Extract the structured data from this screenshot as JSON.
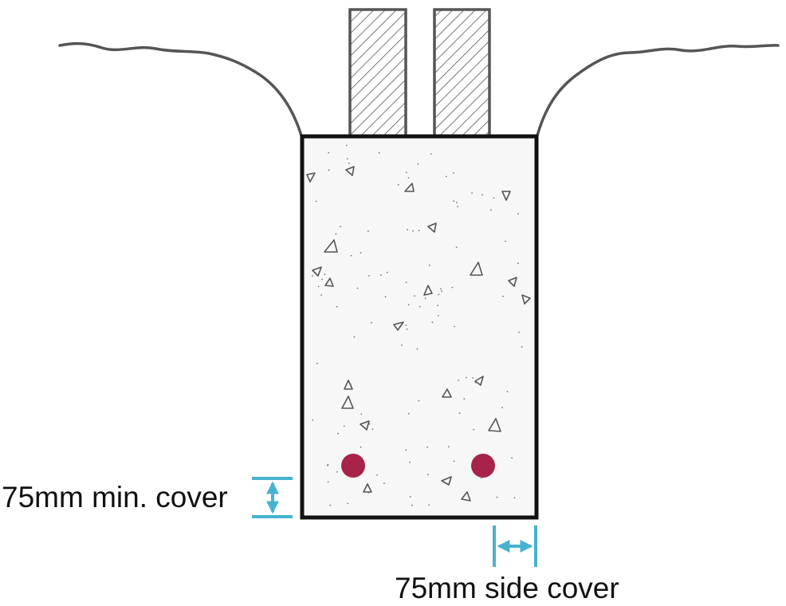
{
  "labels": {
    "min_cover": "75mm min. cover",
    "side_cover": "75mm side cover"
  },
  "colors": {
    "outline": "#111111",
    "ground_line": "#555555",
    "hatch": "#555555",
    "concrete_fill": "#f7f7f7",
    "aggregate": "#555555",
    "rebar": "#a8234a",
    "dimension": "#45b3cf"
  },
  "elements": {
    "posts": [
      "post",
      "post"
    ],
    "rebars": [
      "rebar",
      "rebar"
    ],
    "dimension_markers": [
      "bottom-cover-dimension",
      "side-cover-dimension"
    ]
  }
}
